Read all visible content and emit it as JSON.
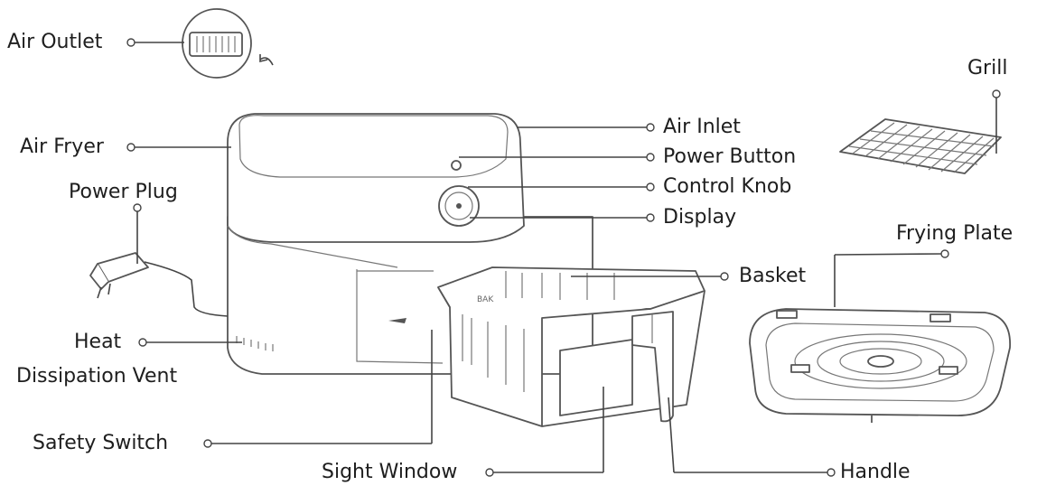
{
  "labels": {
    "air_outlet": "Air Outlet",
    "air_fryer": "Air Fryer",
    "power_plug": "Power Plug",
    "heat": "Heat",
    "dissipation_vent": "Dissipation Vent",
    "safety_switch": "Safety Switch",
    "sight_window": "Sight Window",
    "handle": "Handle",
    "basket": "Basket",
    "display": "Display",
    "control_knob": "Control Knob",
    "power_button": "Power Button",
    "air_inlet": "Air Inlet",
    "grill": "Grill",
    "frying_plate": "Frying Plate"
  },
  "colors": {
    "line": "#444444",
    "text": "#1e1e1e",
    "background": "#ffffff"
  }
}
